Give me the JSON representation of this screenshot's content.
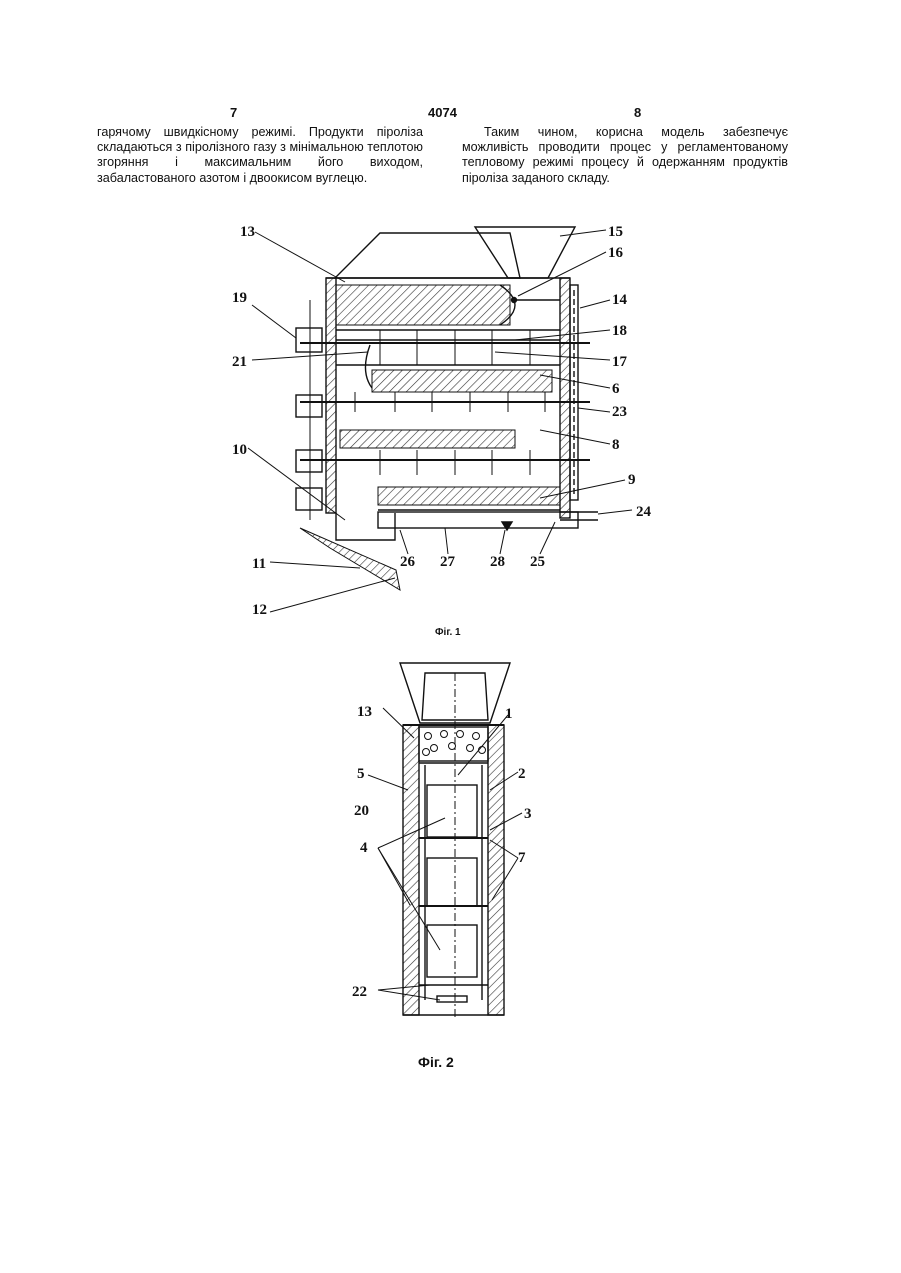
{
  "header": {
    "page_left": "7",
    "patent_number": "4074",
    "page_right": "8"
  },
  "left_column": {
    "text": "гарячому швидкісному режимі. Продукти піроліза складаються з пірол­ізного газу з мінімальною теп­лотою згоряння і максимальним його виходом, забаластованого азотом і двоокисом вуглецю."
  },
  "right_column": {
    "text": "Таким чином, корисна модель забезпечує можливість проводити процес у регламентованому тепловому режимі процесу й одержанням про­дуктів піроліза заданого складу."
  },
  "figure1": {
    "caption": "Фіг. 1",
    "labels": [
      "13",
      "15",
      "16",
      "14",
      "19",
      "18",
      "21",
      "17",
      "6",
      "23",
      "8",
      "10",
      "9",
      "24",
      "26",
      "27",
      "28",
      "25",
      "11",
      "12"
    ]
  },
  "figure2": {
    "caption": "Фіг. 2",
    "labels": [
      "13",
      "1",
      "5",
      "2",
      "20",
      "3",
      "4",
      "7",
      "22"
    ]
  }
}
